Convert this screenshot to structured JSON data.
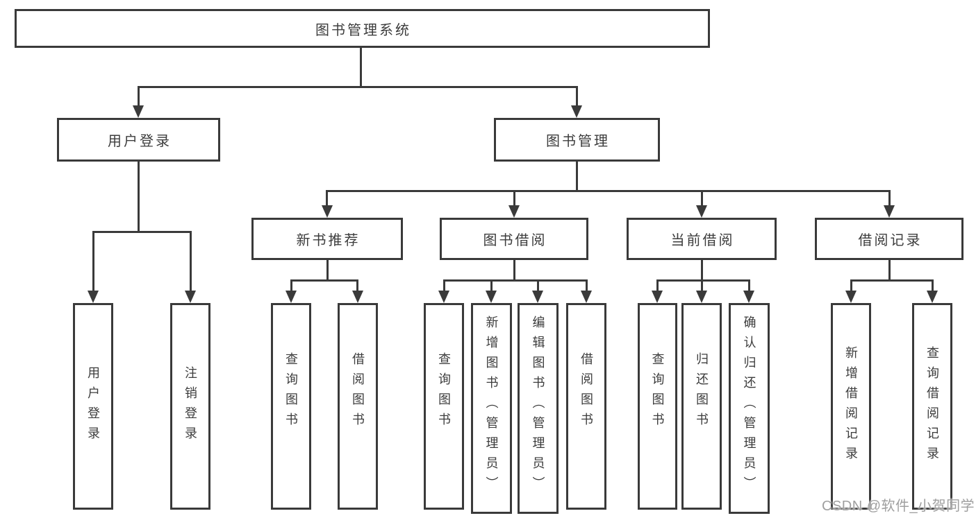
{
  "tree": {
    "label": "图书管理系统",
    "children": [
      {
        "label": "用户登录",
        "children": [
          {
            "label": "用户登录"
          },
          {
            "label": "注销登录"
          }
        ]
      },
      {
        "label": "图书管理",
        "children": [
          {
            "label": "新书推荐",
            "children": [
              {
                "label": "查询图书"
              },
              {
                "label": "借阅图书"
              }
            ]
          },
          {
            "label": "图书借阅",
            "children": [
              {
                "label": "查询图书"
              },
              {
                "label": "新增图书（管理员）"
              },
              {
                "label": "编辑图书（管理员）"
              },
              {
                "label": "借阅图书"
              }
            ]
          },
          {
            "label": "当前借阅",
            "children": [
              {
                "label": "查询图书"
              },
              {
                "label": "归还图书"
              },
              {
                "label": "确认归还（管理员）"
              }
            ]
          },
          {
            "label": "借阅记录",
            "children": [
              {
                "label": "新增借阅记录"
              },
              {
                "label": "查询借阅记录"
              }
            ]
          }
        ]
      }
    ]
  },
  "watermark": {
    "text": "CSDN @软件_小贺同学"
  },
  "colors": {
    "line": "#3a3a3a",
    "text": "#3c3c3c",
    "background": "#ffffff",
    "watermark": "#9f9f9f"
  }
}
